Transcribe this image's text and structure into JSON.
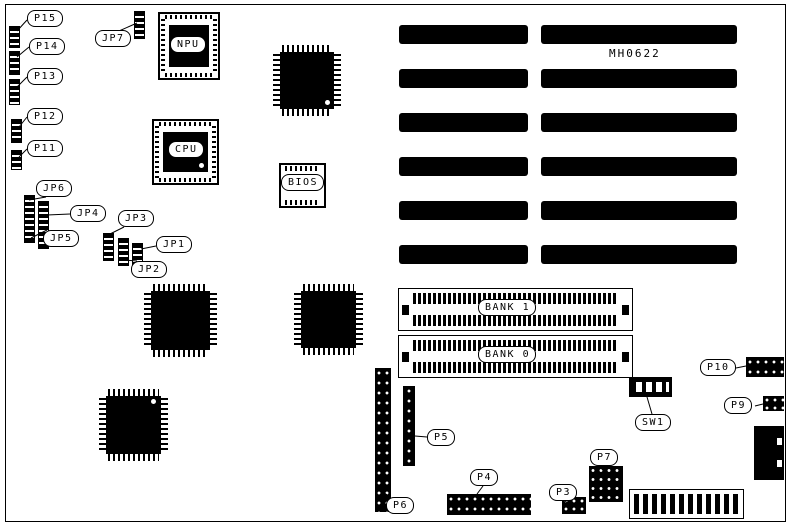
{
  "board": {
    "part_number": "MH0622"
  },
  "callouts": {
    "p15": "P15",
    "p14": "P14",
    "p13": "P13",
    "p12": "P12",
    "p11": "P11",
    "jp7": "JP7",
    "jp6": "JP6",
    "jp5": "JP5",
    "jp4": "JP4",
    "jp3": "JP3",
    "jp2": "JP2",
    "jp1": "JP1",
    "npu": "NPU",
    "cpu": "CPU",
    "bios": "BIOS",
    "bank1": "BANK 1",
    "bank0": "BANK 0",
    "sw1": "SW1",
    "p10": "P10",
    "p9": "P9",
    "p7": "P7",
    "p6": "P6",
    "p5": "P5",
    "p4": "P4",
    "p3": "P3"
  },
  "colors": {
    "ink": "#000000",
    "paper": "#ffffff"
  }
}
